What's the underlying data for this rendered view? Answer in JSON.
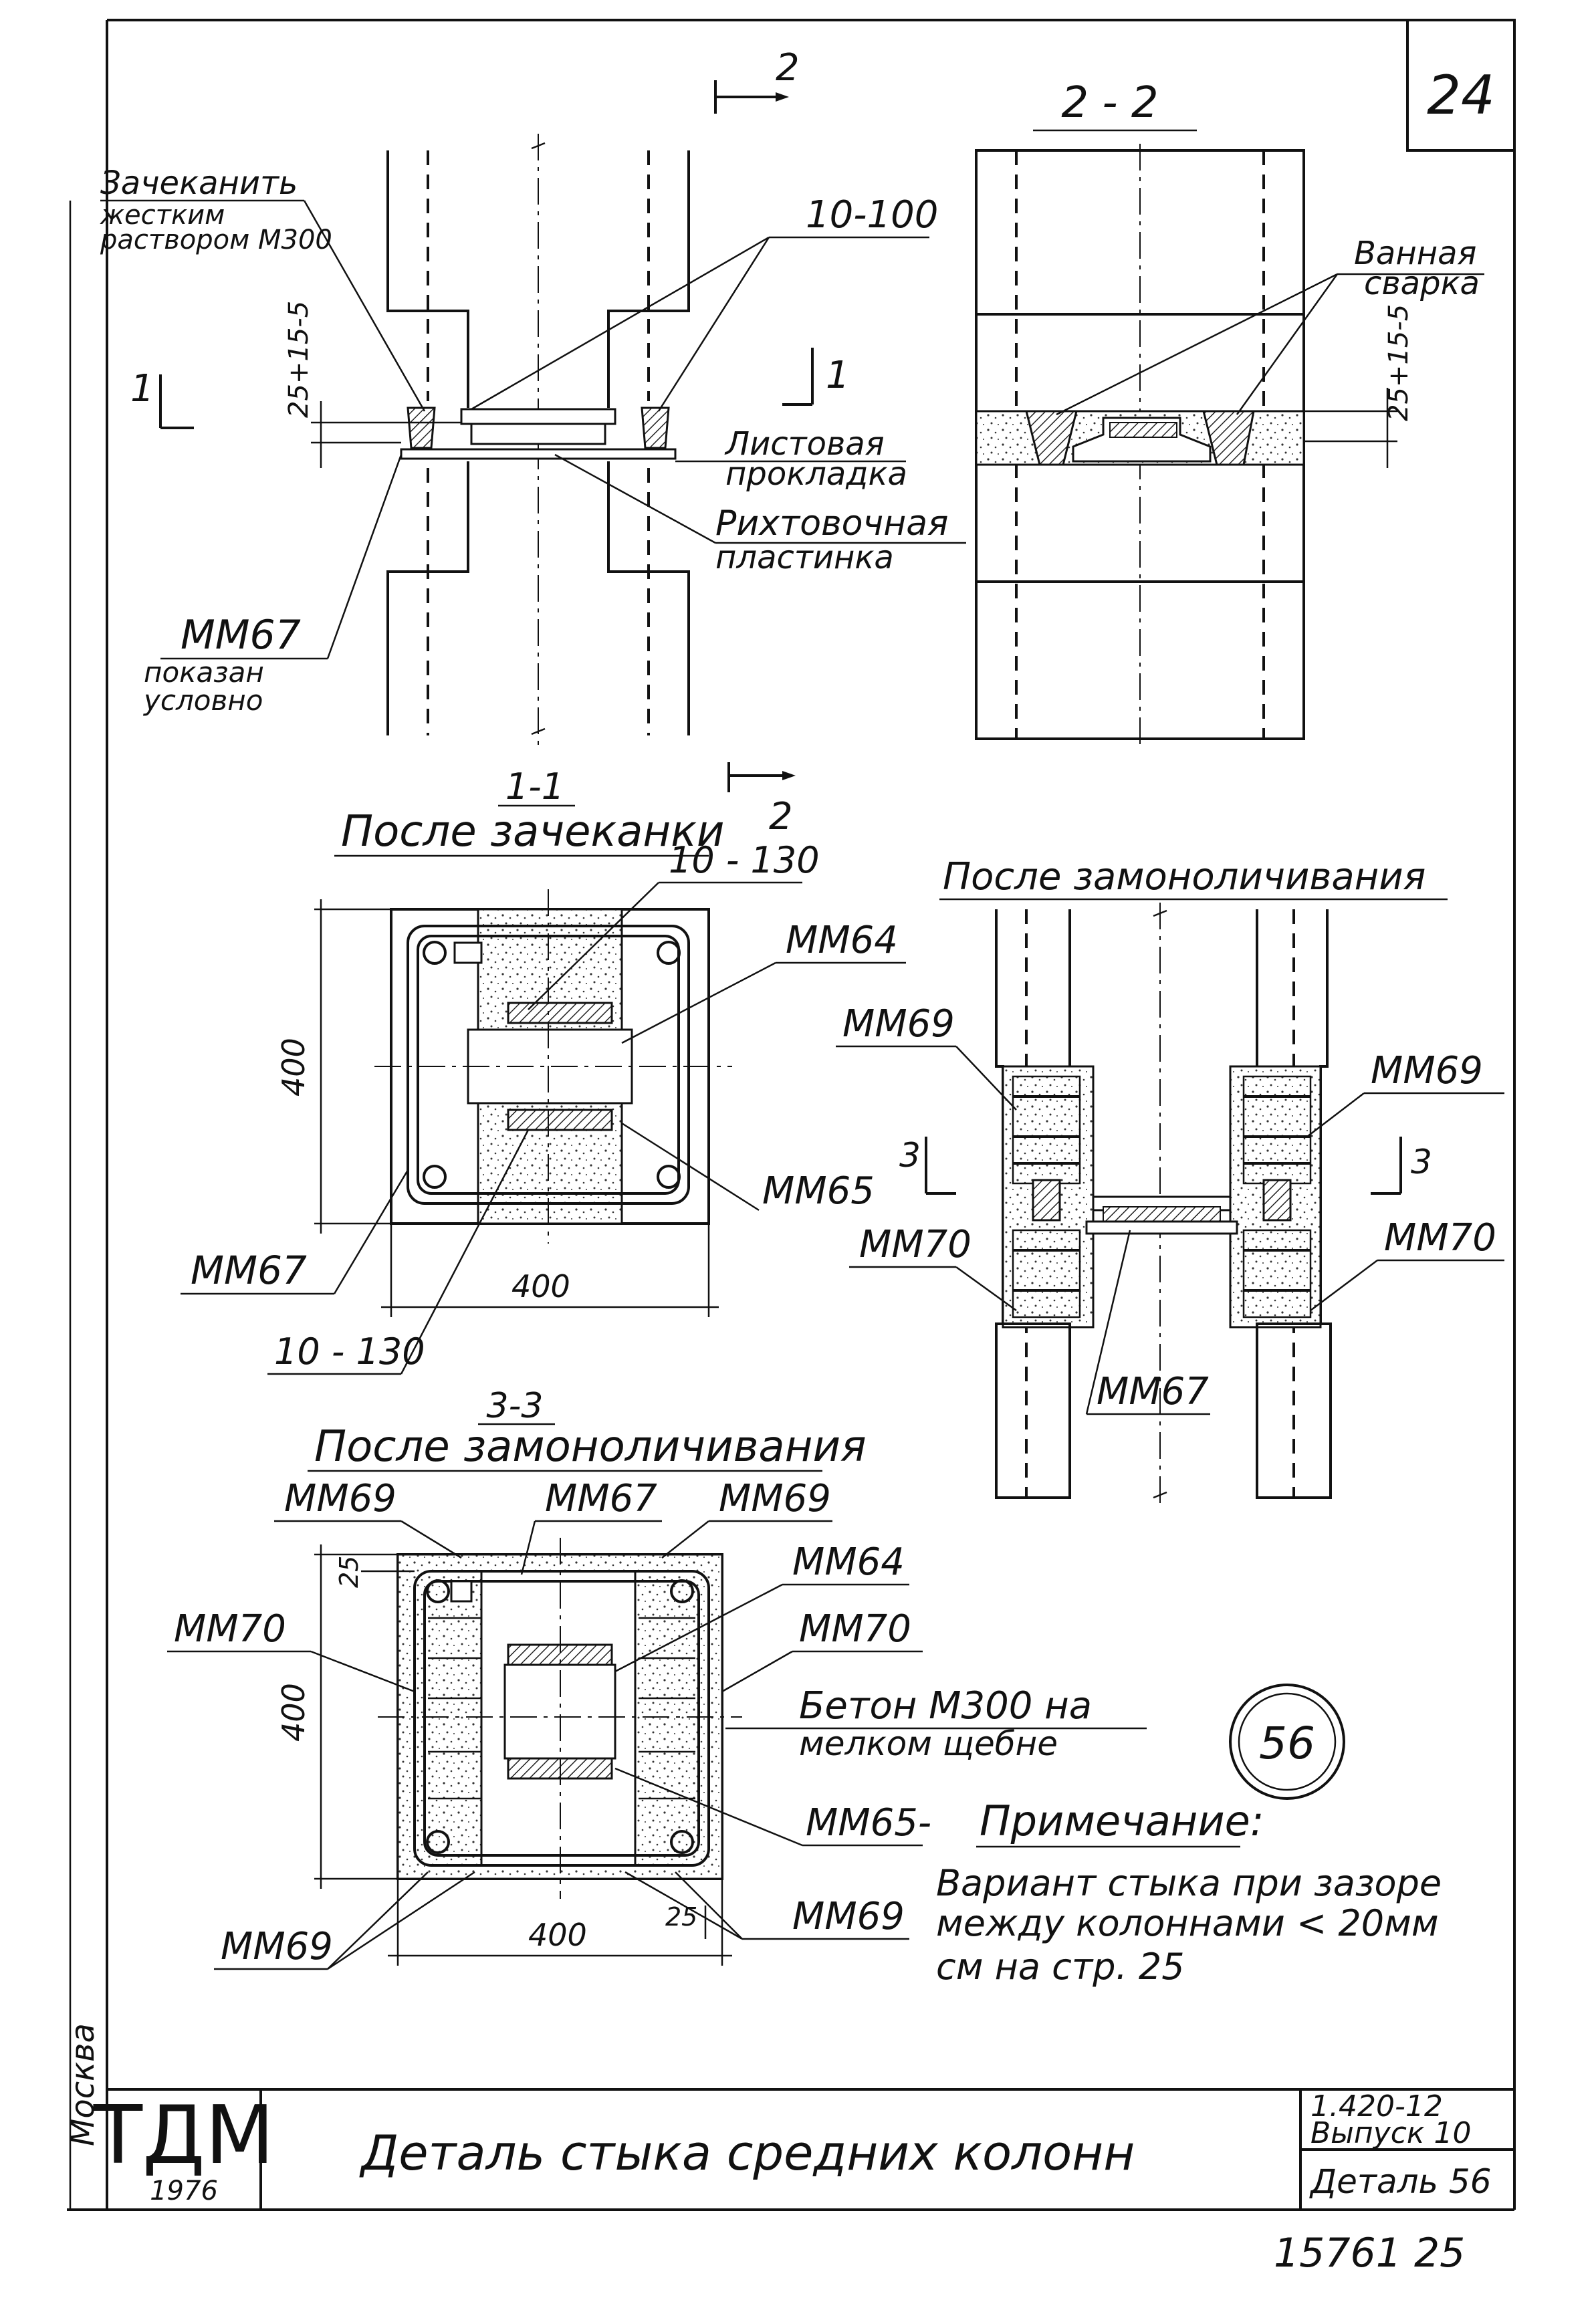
{
  "sheet": {
    "page_number": "24",
    "stamp": "56",
    "bottom_number": "15761 25"
  },
  "section_cut_marks": {
    "top_cut": "2",
    "mid_cut": "2",
    "left_cut_1": "1",
    "center_cut_1": "1",
    "left_cut_3": "3",
    "right_cut_3": "3"
  },
  "view_elevation": {
    "caption": "",
    "labels": {
      "caulk_line1": "Зачеканить",
      "caulk_line2": "жестким",
      "caulk_line3": "раствором М300",
      "bar_1": "10-100",
      "gap_dim": "25+15-5",
      "sheet_gasket_line1": "Листовая",
      "sheet_gasket_line2": "прокладка",
      "align_plate_line1": "Рихтовочная",
      "align_plate_line2": "пластинка",
      "mm67": "ММ67",
      "shown_line1": "показан",
      "shown_line2": "условно"
    }
  },
  "view_section_22": {
    "caption": "2 - 2",
    "labels": {
      "weld_line1": "Ванная",
      "weld_line2": "сварка",
      "gap_dim": "25+15-5"
    }
  },
  "view_section_11": {
    "caption_top": "1-1",
    "caption": "После зачеканки",
    "labels": {
      "bar_top": "10 - 130",
      "mm64": "ММ64",
      "mm65": "ММ65",
      "mm67": "ММ67",
      "bar_bottom": "10 - 130",
      "dim_h": "400",
      "dim_v": "400"
    }
  },
  "view_monolith_elev": {
    "caption": "После замоноличивания",
    "labels": {
      "mm69_left": "ММ69",
      "mm69_right": "ММ69",
      "mm70_left": "ММ70",
      "mm70_right": "ММ70",
      "mm67": "ММ67"
    }
  },
  "view_section_33": {
    "caption_top": "3-3",
    "caption": "После замоноличивания",
    "labels": {
      "mm69_tl": "ММ69",
      "mm67": "ММ67",
      "mm69_tr": "ММ69",
      "mm64": "ММ64",
      "mm70_l": "ММ70",
      "mm70_r": "ММ70",
      "concrete_line1": "Бетон М300 на",
      "concrete_line2": "мелком щебне",
      "mm65": "ММ65-",
      "mm69_br": "ММ69",
      "mm69_bl": "ММ69",
      "dim_25_top": "25",
      "dim_25_bot": "25",
      "dim_h": "400",
      "dim_v": "400"
    }
  },
  "note": {
    "heading": "Примечание:",
    "line1": "Вариант стыка при зазоре",
    "line2": "между колоннами < 20мм",
    "line3": "см на стр. 25"
  },
  "title_block": {
    "org": "ТДМ",
    "year": "1976",
    "title": "Деталь стыка средних колонн",
    "series": "1.420-12",
    "issue": "Выпуск 10",
    "detail": "Деталь 56"
  },
  "margin_left": {
    "city": "Москва"
  }
}
